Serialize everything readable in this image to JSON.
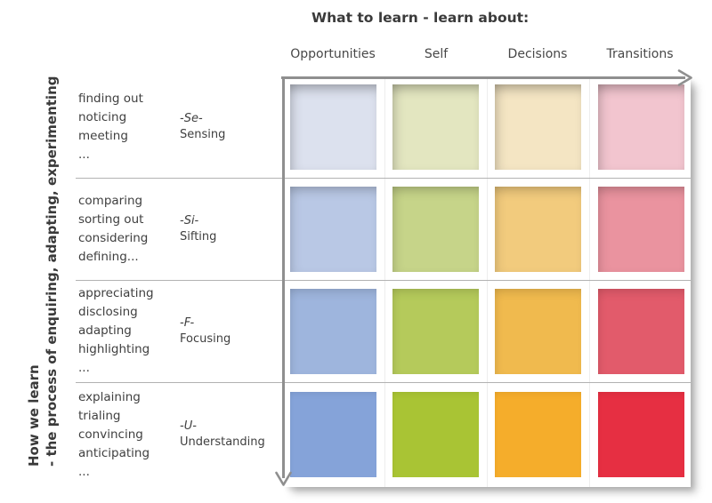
{
  "title": "What to learn - learn about:",
  "y_axis": {
    "line1": "How we learn",
    "line2": "- the process of enquiring, adapting, experimenting"
  },
  "columns": [
    "Opportunities",
    "Self",
    "Decisions",
    "Transitions"
  ],
  "rows": [
    {
      "words": "finding out\nnoticing\nmeeting\n...",
      "code": "-Se-",
      "name": "Sensing"
    },
    {
      "words": "comparing\nsorting out\nconsidering\ndefining...",
      "code": "-Si-",
      "name": "Sifting"
    },
    {
      "words": "appreciating\ndisclosing\nadapting\nhighlighting\n...",
      "code": "-F-",
      "name": "Focusing"
    },
    {
      "words": "explaining\ntrialing\nconvincing\nanticipating\n...",
      "code": "-U-",
      "name": "Understanding"
    }
  ],
  "grid": {
    "col_keys": [
      "opportunities",
      "self",
      "decisions",
      "transitions"
    ],
    "row_keys": [
      "sensing",
      "sifting",
      "focusing",
      "understanding"
    ],
    "cell_colors": [
      [
        "#dce1ee",
        "#e3e6c0",
        "#f4e5c3",
        "#f2c5cf"
      ],
      [
        "#b9c8e5",
        "#c6d489",
        "#f2cb7d",
        "#ea939f"
      ],
      [
        "#9eb5dd",
        "#b5ca5b",
        "#f0ba4e",
        "#e25b6b"
      ],
      [
        "#85a3d9",
        "#a9c434",
        "#f5ad2b",
        "#e62f42"
      ]
    ]
  },
  "colors": {
    "axis_gray": "#8f8f8f",
    "divider_gray": "#b2b2b2",
    "text_dark": "#3a3a3a"
  }
}
